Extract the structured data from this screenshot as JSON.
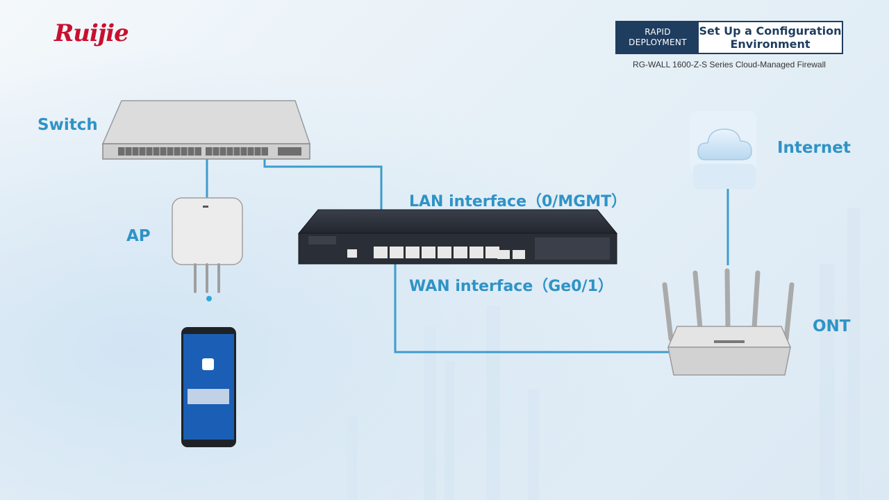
{
  "brand": {
    "logo_text": "Ruijie"
  },
  "header": {
    "tag_line1": "RAPID",
    "tag_line2": "DEPLOYMENT",
    "title_line1": "Set Up a Configuration",
    "title_line2": "Environment",
    "subtitle": "RG-WALL 1600-Z-S Series Cloud-Managed Firewall"
  },
  "labels": {
    "switch": "Switch",
    "ap": "AP",
    "internet": "Internet",
    "ont": "ONT",
    "lan": "LAN interface（0/MGMT）",
    "wan": "WAN interface（Ge0/1）"
  },
  "colors": {
    "accent": "#2f93c6",
    "header_dark": "#1f3d5e",
    "brand_red": "#c8102e"
  }
}
